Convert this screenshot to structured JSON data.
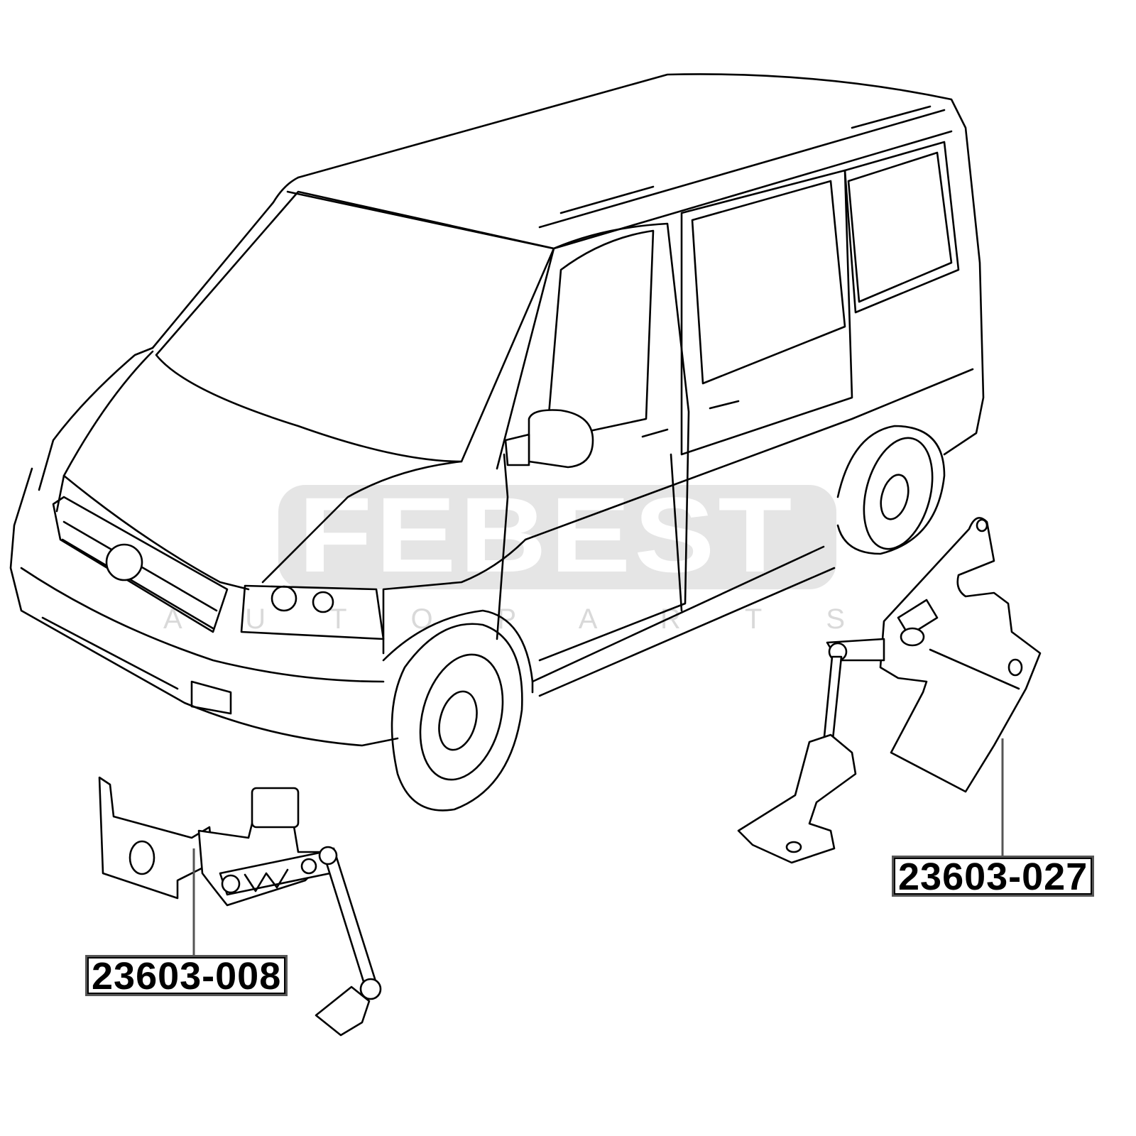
{
  "watermark": {
    "brand": "FEBEST",
    "tagline": "A U T O   P A R T S"
  },
  "parts": [
    {
      "number": "23603-008",
      "position": "front-left"
    },
    {
      "number": "23603-027",
      "position": "rear-right"
    }
  ],
  "colors": {
    "line": "#000000",
    "watermark_bg": "#e5e5e5",
    "watermark_sub": "#d9d9d9",
    "leader": "#555555"
  }
}
